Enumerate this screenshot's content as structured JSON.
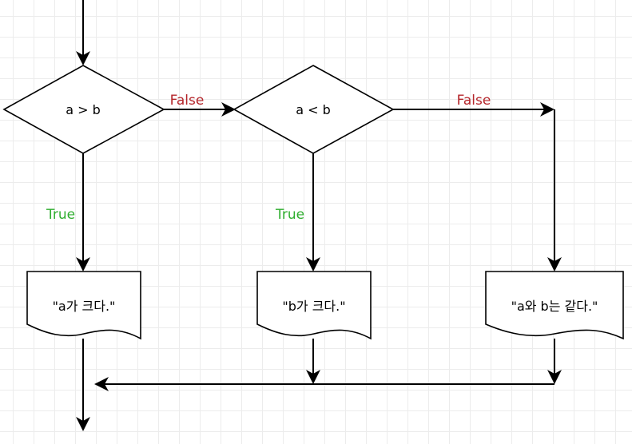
{
  "diagram": {
    "decisions": [
      {
        "id": "cond1",
        "text": "a > b"
      },
      {
        "id": "cond2",
        "text": "a < b"
      }
    ],
    "outputs": [
      {
        "id": "out1",
        "text": "\"a가 크다.\""
      },
      {
        "id": "out2",
        "text": "\"b가 크다.\""
      },
      {
        "id": "out3",
        "text": "\"a와 b는 같다.\""
      }
    ],
    "edge_labels": {
      "false1": "False",
      "false2": "False",
      "true1": "True",
      "true2": "True"
    },
    "colors": {
      "false_label": "#b5262b",
      "true_label": "#2fae2f",
      "grid": "#ececec",
      "stroke": "#000000"
    }
  }
}
